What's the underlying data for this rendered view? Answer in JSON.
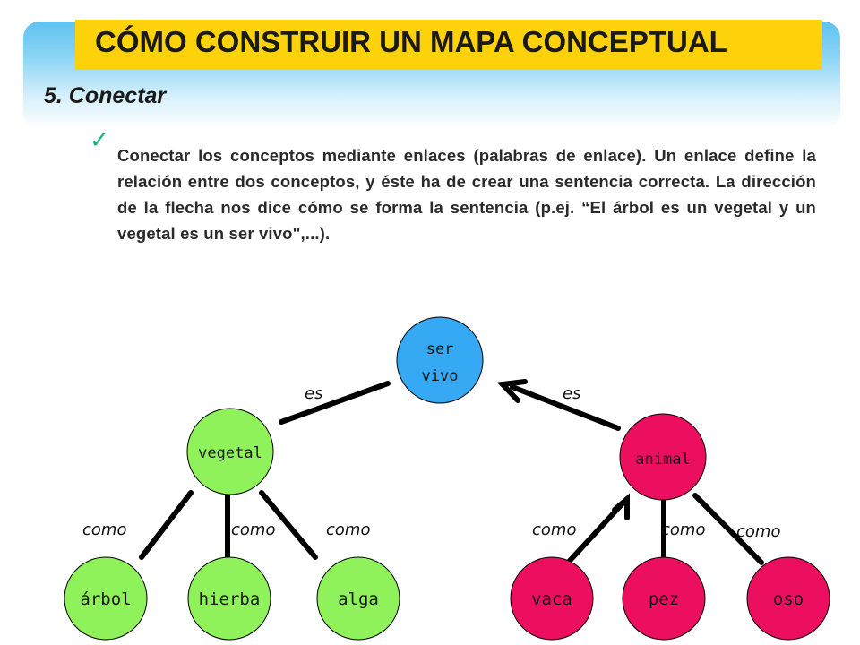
{
  "slide": {
    "title": "CÓMO CONSTRUIR UN MAPA CONCEPTUAL",
    "subtitle": "5. Conectar",
    "bullet_text": "Conectar los conceptos mediante enlaces (palabras de enlace). Un enlace define la relación entre dos conceptos, y éste ha de crear una sentencia correcta. La dirección de la flecha nos dice cómo se forma la sentencia (p.ej. “El árbol es un vegetal y un vegetal es un ser vivo\",...)."
  },
  "colors": {
    "title_bg": "#fdd20a",
    "root_node": "#35a9f4",
    "plant_nodes": "#90f25a",
    "animal_nodes": "#ed0f5f",
    "check": "#21b07c"
  },
  "concept_map": {
    "root": {
      "line1": "ser",
      "line2": "vivo"
    },
    "left": {
      "node": "vegetal",
      "link": "es",
      "children": [
        {
          "label": "árbol",
          "link": "como"
        },
        {
          "label": "hierba",
          "link": "como"
        },
        {
          "label": "alga",
          "link": "como"
        }
      ]
    },
    "right": {
      "node": "animal",
      "link": "es",
      "children": [
        {
          "label": "vaca",
          "link": "como"
        },
        {
          "label": "pez",
          "link": "como"
        },
        {
          "label": "oso",
          "link": "como"
        }
      ]
    }
  }
}
